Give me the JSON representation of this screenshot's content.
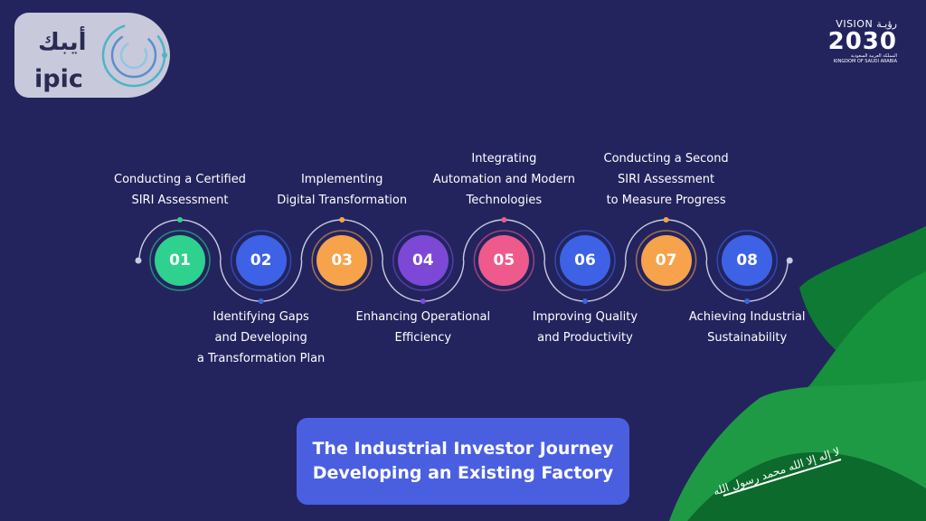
{
  "logo": {
    "arabic": "أيبك",
    "latin": "ipic"
  },
  "vision": {
    "top": "VISION رؤيـة",
    "year": "2030",
    "line1": "المملكة العربية السعودية",
    "line2": "KINGDOM OF SAUDI ARABIA"
  },
  "flag": {
    "inscription": "لا إله إلا الله محمد رسول الله"
  },
  "steps": [
    {
      "number": "01",
      "color": "#2ed18e",
      "lines": [
        "Conducting a Certified",
        "SIRI Assessment"
      ]
    },
    {
      "number": "02",
      "color": "#3d62e6",
      "lines": [
        "Identifying Gaps",
        "and Developing",
        "a Transformation Plan"
      ]
    },
    {
      "number": "03",
      "color": "#f6a34b",
      "lines": [
        "Implementing",
        "Digital Transformation"
      ]
    },
    {
      "number": "04",
      "color": "#7d48d6",
      "lines": [
        "Enhancing Operational",
        "Efficiency"
      ]
    },
    {
      "number": "05",
      "color": "#ef5a8c",
      "lines": [
        "Integrating",
        "Automation and Modern",
        "Technologies"
      ]
    },
    {
      "number": "06",
      "color": "#3d62e6",
      "lines": [
        "Improving Quality",
        "and Productivity"
      ]
    },
    {
      "number": "07",
      "color": "#f6a34b",
      "lines": [
        "Conducting a Second",
        "SIRI Assessment",
        "to Measure Progress"
      ]
    },
    {
      "number": "08",
      "color": "#3d62e6",
      "lines": [
        "Achieving Industrial",
        "Sustainability"
      ]
    }
  ],
  "title": {
    "line1": "The Industrial Investor Journey",
    "line2": "Developing an Existing Factory"
  }
}
